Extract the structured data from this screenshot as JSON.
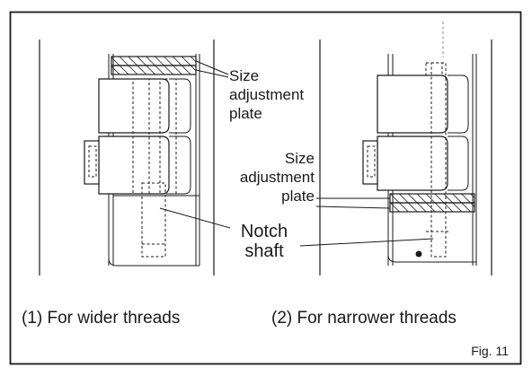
{
  "figure": {
    "label_size_plate_left_1": "Size",
    "label_size_plate_left_2": "adjustment",
    "label_size_plate_left_3": "plate",
    "label_size_plate_right_1": "Size",
    "label_size_plate_right_2": "adjustment",
    "label_size_plate_right_3": "plate",
    "label_notch_1": "Notch",
    "label_notch_2": "shaft",
    "caption_left": "(1) For wider threads",
    "caption_right": "(2) For narrower threads",
    "fig_number": "Fig. 11"
  }
}
